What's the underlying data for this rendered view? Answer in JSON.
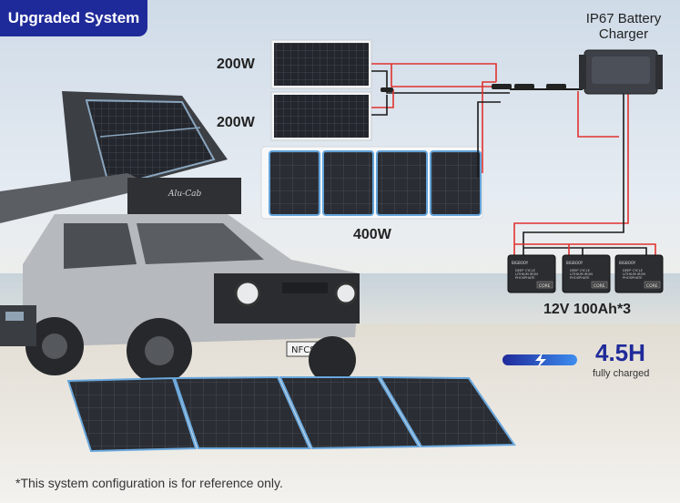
{
  "badge": {
    "text": "Upgraded System"
  },
  "panels": {
    "panel_a_label": "200W",
    "panel_b_label": "200W",
    "panel_c_label": "400W"
  },
  "charger": {
    "title_line1": "IP67 Battery",
    "title_line2": "Charger"
  },
  "batteries": {
    "label": "12V 100Ah*3",
    "unit_brand": "BIGBOOY",
    "unit_lines": [
      "DEEP CYCLE",
      "LITHIUM IRON",
      "PHOSPHATE"
    ],
    "unit_tag": "CORE"
  },
  "charge": {
    "time": "4.5H",
    "caption": "fully charged"
  },
  "footer": {
    "note": "*This system configuration is for reference only."
  },
  "vehicle": {
    "roof_text": "Alu-Cab",
    "plate_text": "NFCS 5"
  },
  "colors": {
    "accent": "#1f2a9a",
    "wire_red": "#e0322f",
    "wire_black": "#1a1a1a",
    "panel_frame": "#5a9fd6"
  }
}
